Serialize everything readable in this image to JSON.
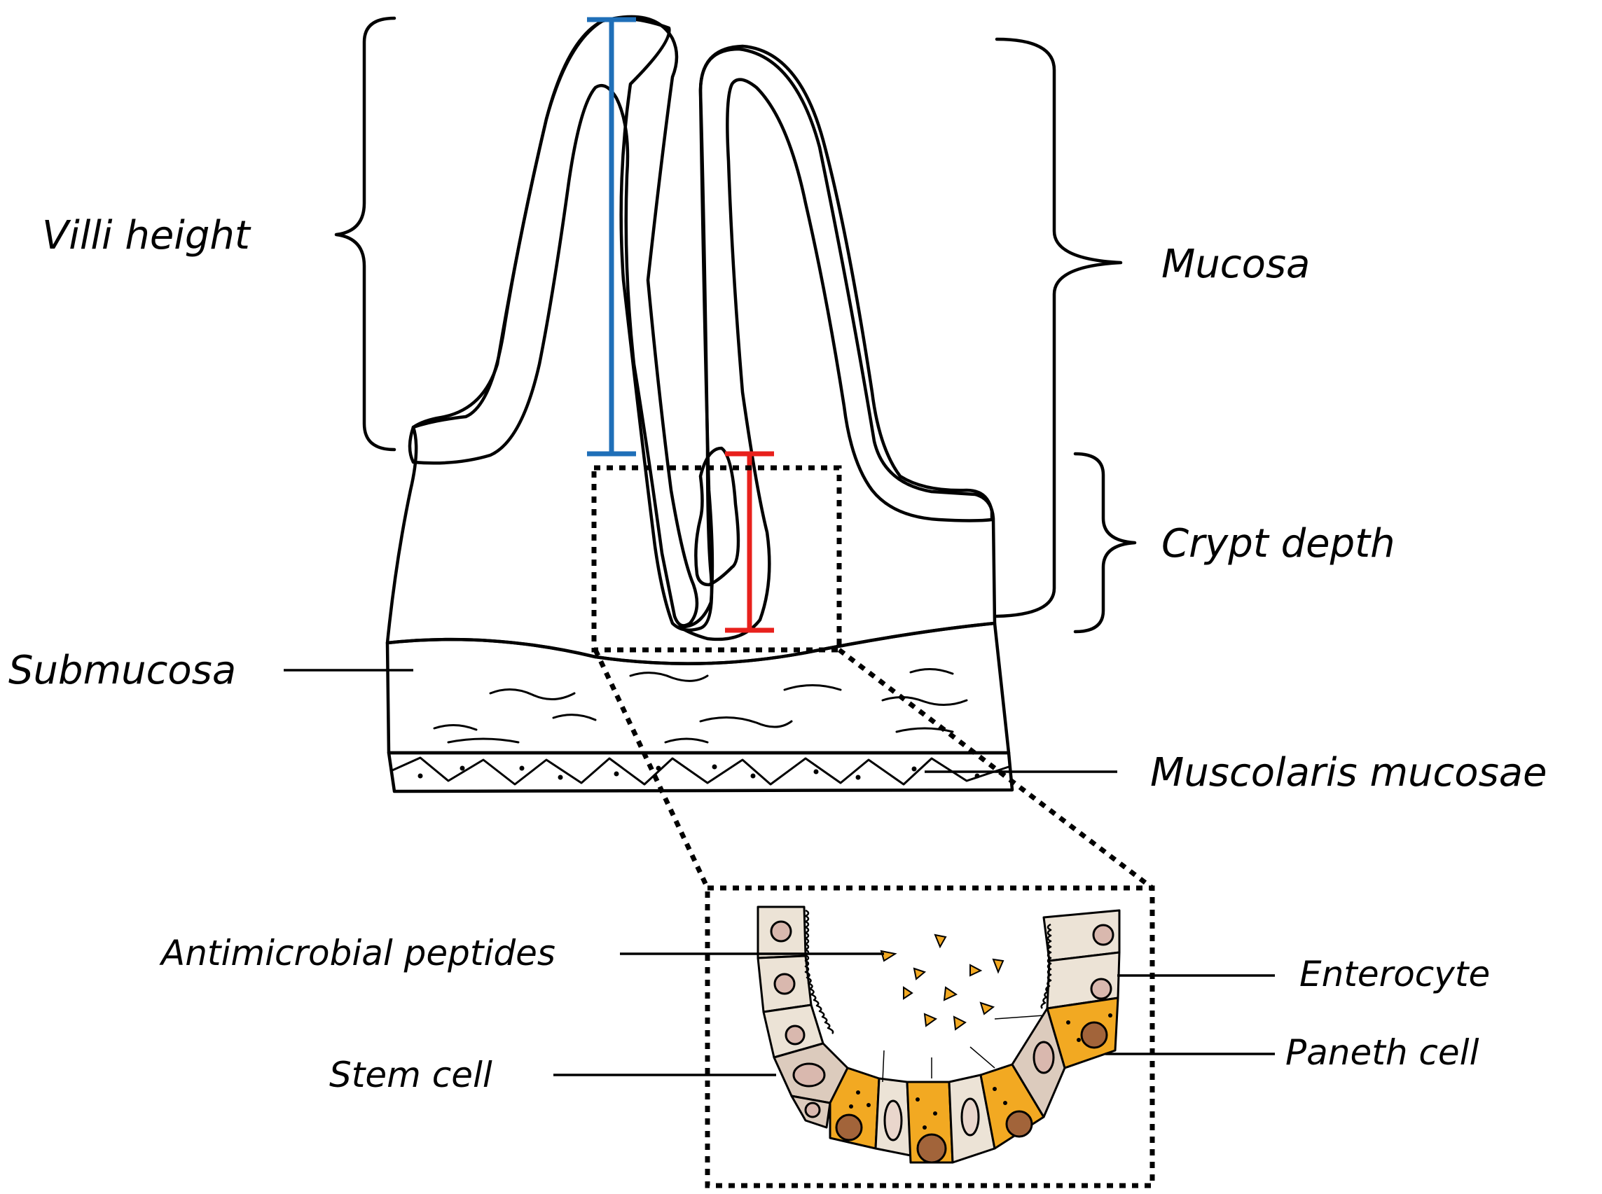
{
  "labels": {
    "villi_height": "Villi height",
    "mucosa": "Mucosa",
    "crypt_depth": "Crypt depth",
    "submucosa": "Submucosa",
    "muscolaris_mucosae": "Muscolaris mucosae",
    "antimicrobial_peptides": "Antimicrobial peptides",
    "enterocyte": "Enterocyte",
    "stem_cell": "Stem cell",
    "paneth_cell": "Paneth cell"
  },
  "colors": {
    "mucosa_fill": "#e9dccb",
    "epithelium_fill": "#d6b99f",
    "submucosa_fill": "#fde3d0",
    "muscularis_fill": "#e08080",
    "villi_height_marker": "#1f6fb8",
    "crypt_depth_marker": "#e8201c",
    "paneth_cell_fill": "#f2a922",
    "nucleus_fill": "#a2643a",
    "peptide_fill": "#f2a922",
    "enterocyte_fill": "#ece3d6",
    "stem_cell_fill": "#dccbbd"
  }
}
